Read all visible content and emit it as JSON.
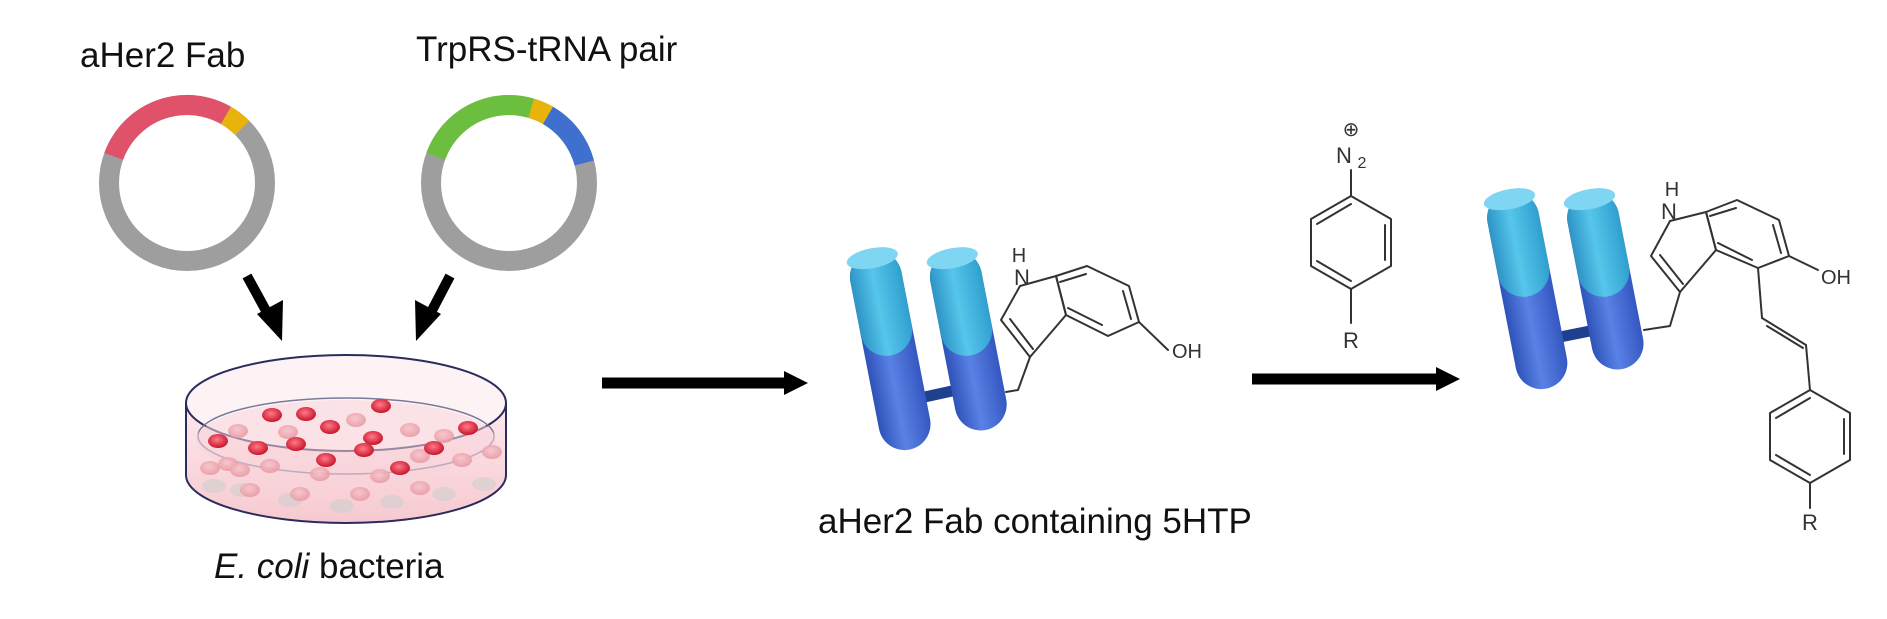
{
  "labels": {
    "plasmid_fab": "aHer2 Fab",
    "plasmid_trprs": "TrpRS-tRNA pair",
    "bacteria_italic": "E. coli",
    "bacteria_rest": " bacteria",
    "fab_5htp": "aHer2 Fab containing 5HTP"
  },
  "chem": {
    "nh": "H",
    "n": "N",
    "oh": "OH",
    "n2_plus": "⊕",
    "n2": "N",
    "n2_sub": "2",
    "r": "R"
  },
  "colors": {
    "plasmid_backbone": "#9e9e9e",
    "plasmid_red": "#e0526a",
    "plasmid_yellow": "#e8b40c",
    "plasmid_green": "#6cbf3e",
    "plasmid_blue": "#3f6fcf",
    "fab_light": "#47b8e0",
    "fab_dark": "#4169d6",
    "fab_linker": "#1f3f8f",
    "bond": "#333333",
    "arrow": "#000000",
    "dish_fill": "#f9dfe3",
    "colony_red": "#d42035"
  }
}
